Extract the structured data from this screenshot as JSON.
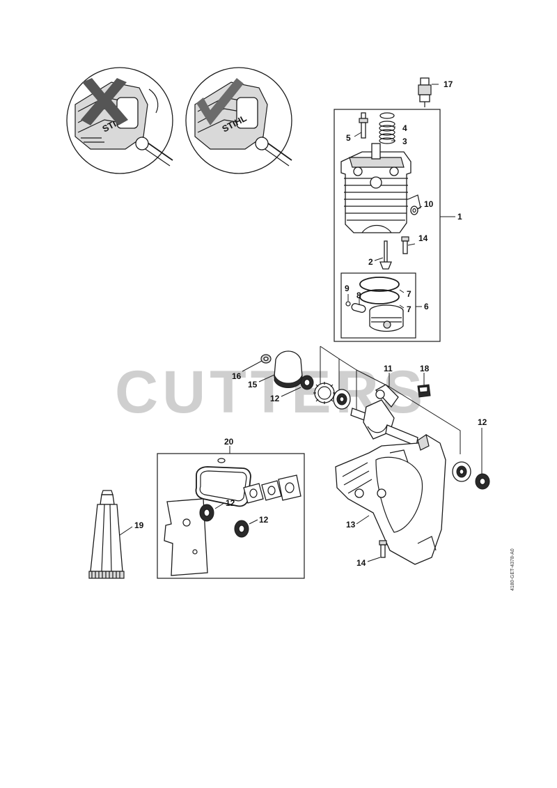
{
  "brand_label": "STIHL",
  "watermark": "CUTTERS",
  "document_id": "4180-GET-4378-A0",
  "colors": {
    "watermark": "#cfcfcf",
    "wrong_mark": "#555555",
    "correct_mark": "#6b6b6b"
  },
  "comparison_icons": [
    "wrong-cross-icon",
    "correct-check-icon"
  ],
  "callouts": [
    "17",
    "5",
    "4",
    "3",
    "10",
    "1",
    "14",
    "2",
    "9",
    "8",
    "7",
    "7",
    "6",
    "16",
    "15",
    "12",
    "11",
    "18",
    "12",
    "20",
    "12",
    "12",
    "19",
    "13",
    "14"
  ]
}
